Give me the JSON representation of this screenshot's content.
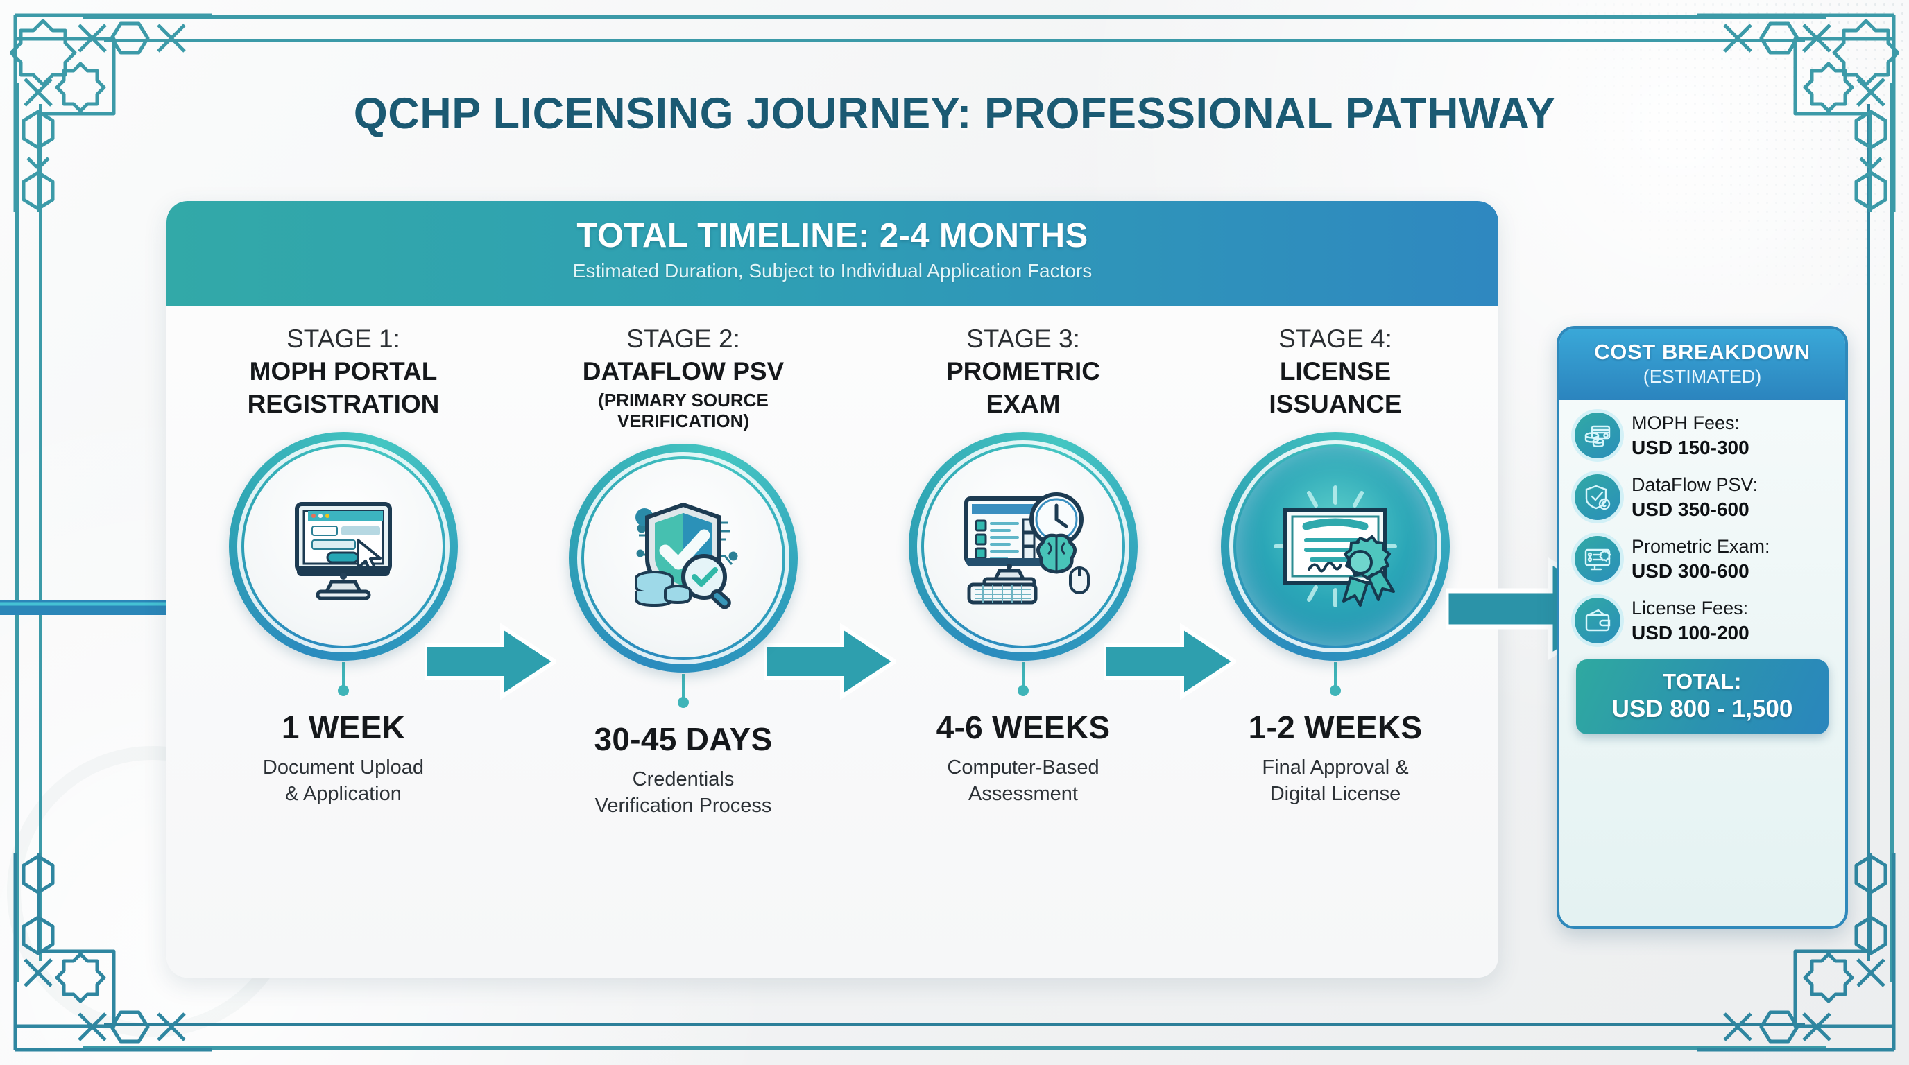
{
  "page": {
    "title": "QCHP LICENSING JOURNEY: PROFESSIONAL PATHWAY",
    "accent_teal": "#32a9a8",
    "accent_blue": "#2f88c0",
    "title_color": "#1b5a73",
    "border_color": "#3c9aa8"
  },
  "banner": {
    "title": "TOTAL TIMELINE: 2-4 MONTHS",
    "subtitle": "Estimated Duration, Subject to Individual Application Factors"
  },
  "stages": [
    {
      "number": "STAGE 1:",
      "name_line1": "MOPH PORTAL",
      "name_line2": "REGISTRATION",
      "icon": "monitor-registration-form-icon",
      "duration": "1 WEEK",
      "desc_line1": "Document Upload",
      "desc_line2": "& Application"
    },
    {
      "number": "STAGE 2:",
      "name_line1": "DATAFLOW PSV",
      "name_line2": "(PRIMARY SOURCE VERIFICATION)",
      "icon": "shield-check-magnifier-icon",
      "duration": "30-45 DAYS",
      "desc_line1": "Credentials",
      "desc_line2": "Verification Process"
    },
    {
      "number": "STAGE 3:",
      "name_line1": "PROMETRIC",
      "name_line2": "EXAM",
      "icon": "computer-clock-brain-icon",
      "duration": "4-6 WEEKS",
      "desc_line1": "Computer-Based",
      "desc_line2": "Assessment"
    },
    {
      "number": "STAGE 4:",
      "name_line1": "LICENSE",
      "name_line2": "ISSUANCE",
      "icon": "certificate-seal-icon",
      "duration": "1-2 WEEKS",
      "desc_line1": "Final Approval &",
      "desc_line2": "Digital License"
    }
  ],
  "cost": {
    "title": "COST BREAKDOWN",
    "subtitle": "(ESTIMATED)",
    "items": [
      {
        "icon": "credit-card-coins-icon",
        "label": "MOPH Fees:",
        "value": "USD 150-300"
      },
      {
        "icon": "shield-verified-icon",
        "label": "DataFlow PSV:",
        "value": "USD 350-600"
      },
      {
        "icon": "exam-monitor-badge-icon",
        "label": "Prometric Exam:",
        "value": "USD 300-600"
      },
      {
        "icon": "wallet-icon",
        "label": "License Fees:",
        "value": "USD 100-200"
      }
    ],
    "total_label": "TOTAL:",
    "total_value": "USD 800 - 1,500"
  }
}
